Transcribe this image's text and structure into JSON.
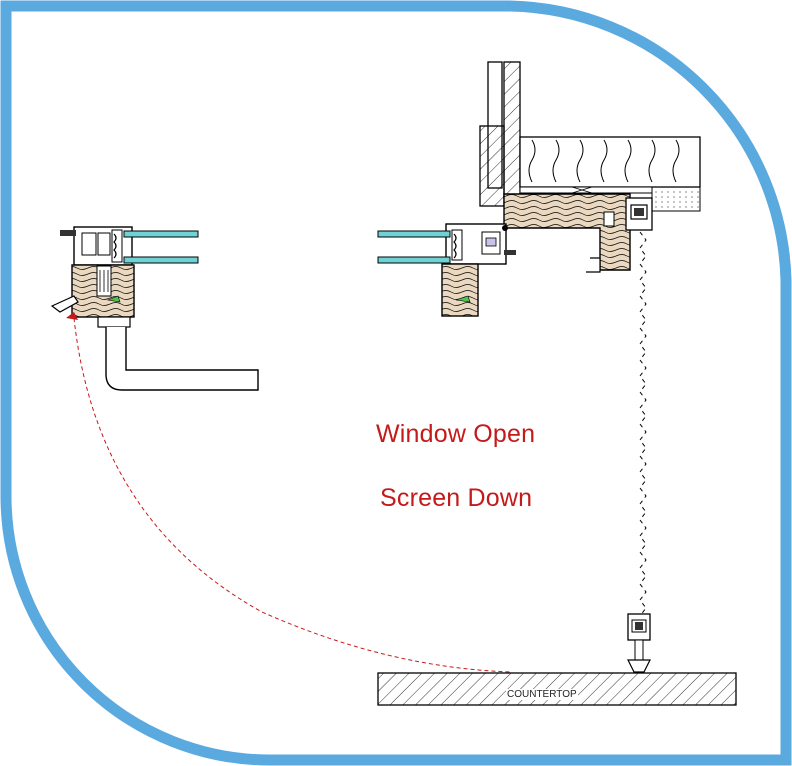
{
  "labels": {
    "window_state": "Window Open",
    "screen_state": "Screen Down",
    "counter": "COUNTERTOP"
  },
  "colors": {
    "frame_border": "#5aaae0",
    "annotation_red": "#c41a1a",
    "glass": "#6fd3d6",
    "wood": "#e8d8c0",
    "seal_green": "#4fc24f",
    "line": "#000000"
  }
}
